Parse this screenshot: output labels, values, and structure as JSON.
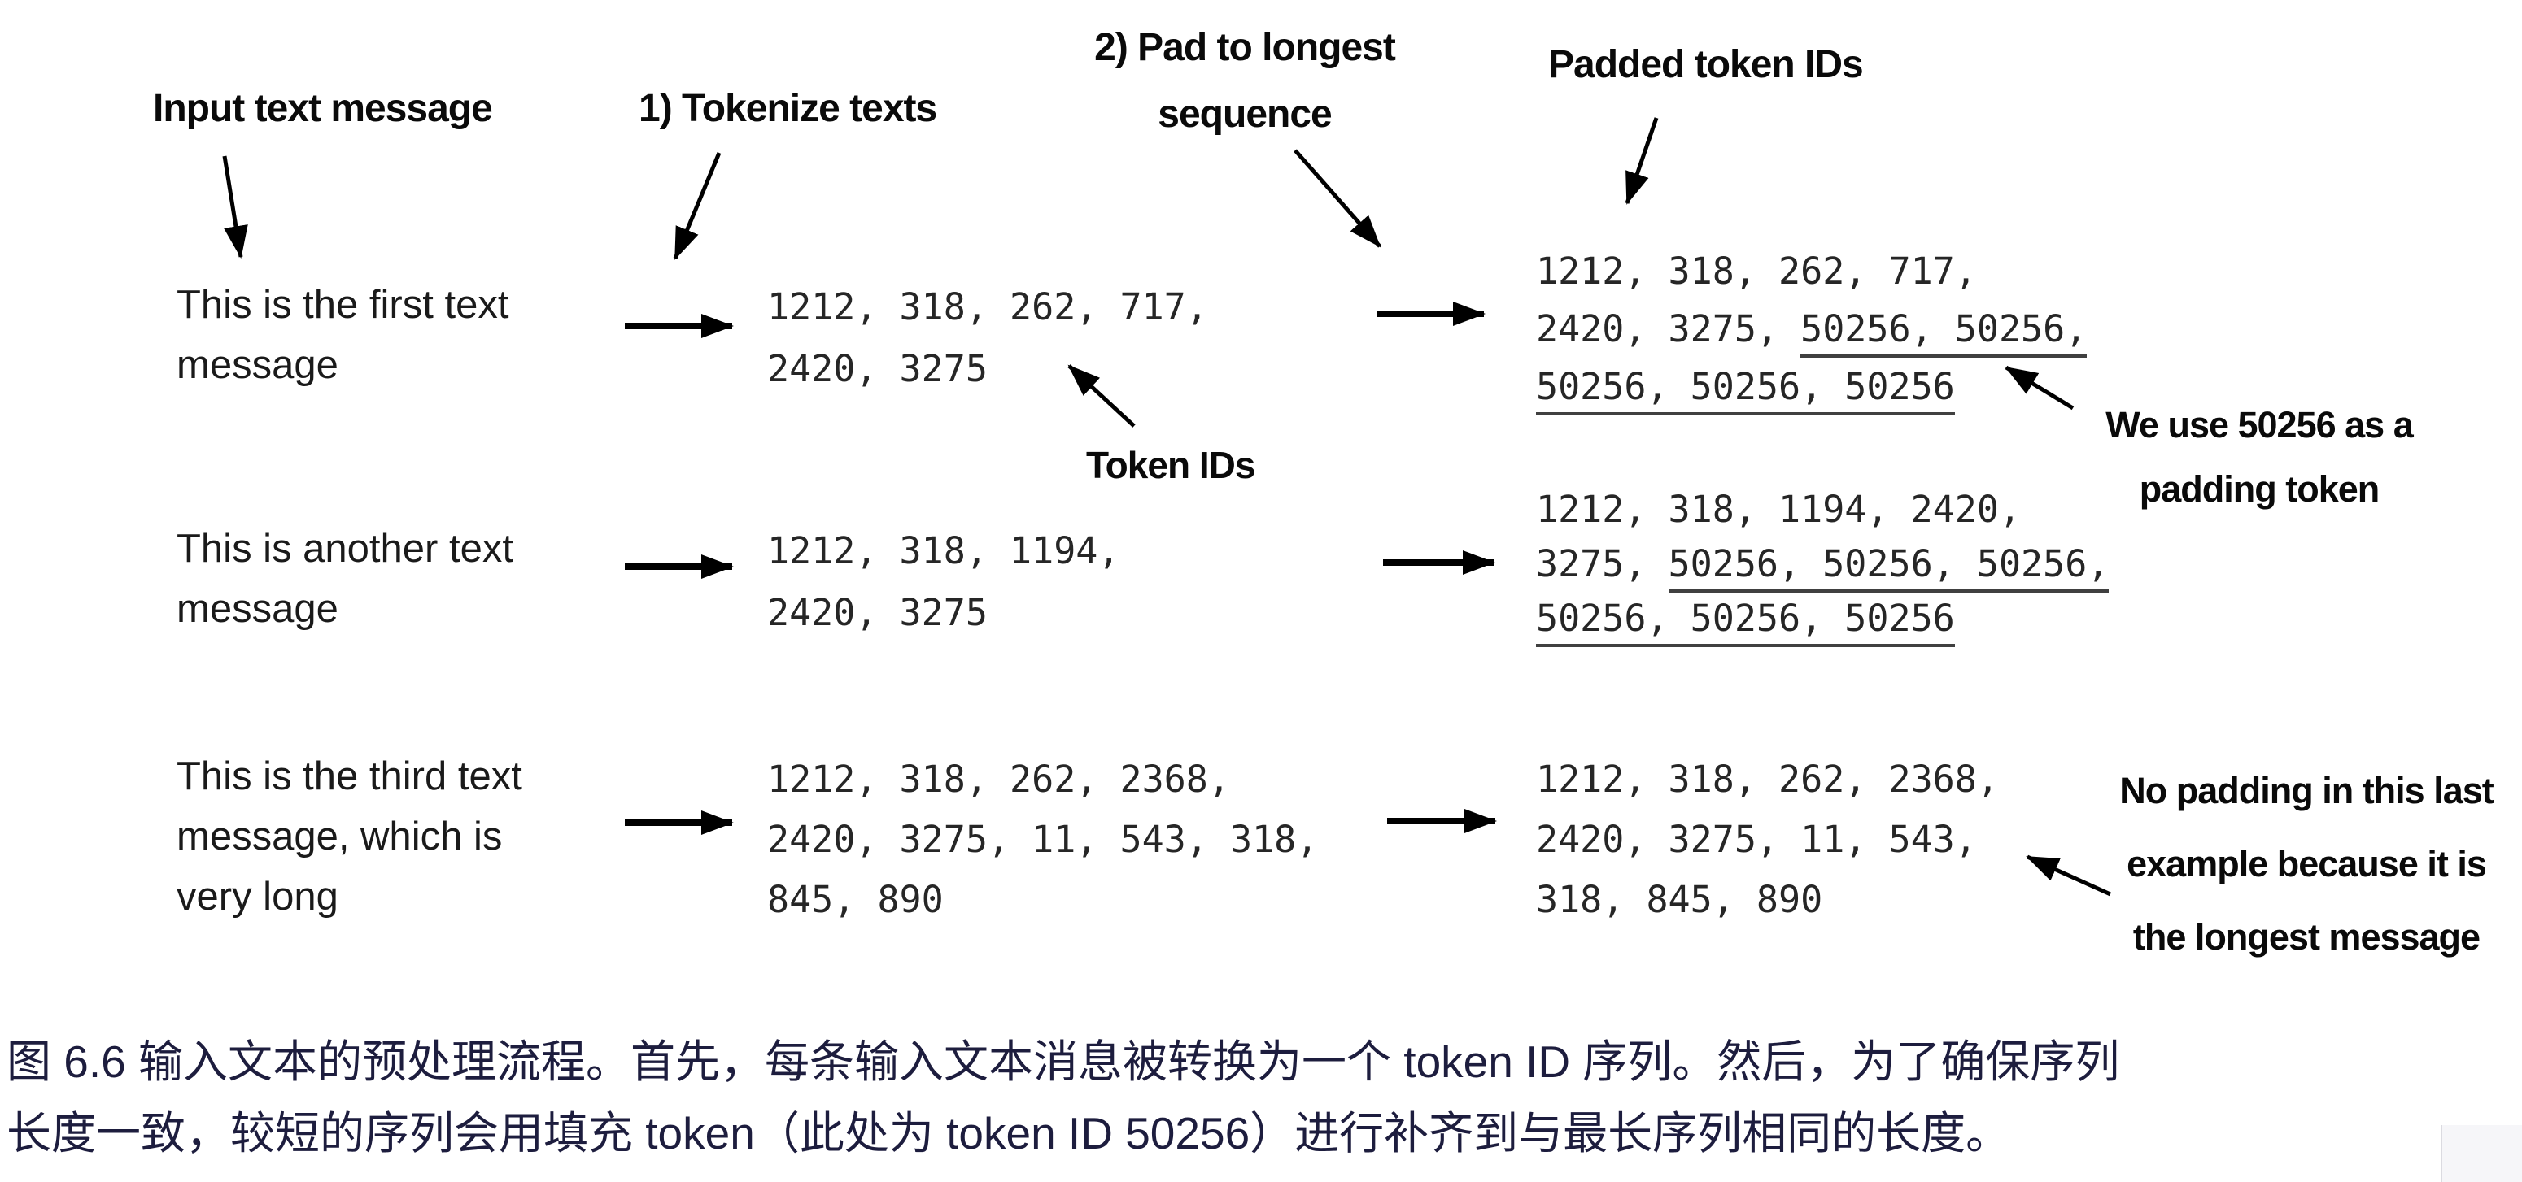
{
  "figure": {
    "top_labels": {
      "input_text": "Input text message",
      "step1": "1) Tokenize texts",
      "step2_line1": "2) Pad to longest",
      "step2_line2": "sequence",
      "padded_ids": "Padded token IDs"
    },
    "token_ids_label": "Token IDs",
    "padding_note": {
      "line1": "We use 50256 as a",
      "line2": "padding token"
    },
    "no_padding_note": {
      "line1": "No padding in this last",
      "line2": "example because it is",
      "line3": "the longest message"
    },
    "rows": [
      {
        "input_lines": [
          "This is the first text",
          "message"
        ],
        "token_lines": [
          "1212, 318, 262, 717,",
          "2420, 3275"
        ],
        "padded_lines": [
          {
            "plain": "1212, 318, 262, 717,",
            "underlined": ""
          },
          {
            "plain": "2420, 3275, ",
            "underlined": "50256, 50256,"
          },
          {
            "plain": "",
            "underlined": "50256, 50256, 50256"
          }
        ]
      },
      {
        "input_lines": [
          "This is another text",
          "message"
        ],
        "token_lines": [
          "1212, 318, 1194,",
          "2420, 3275"
        ],
        "padded_lines": [
          {
            "plain": "1212, 318, 1194, 2420,",
            "underlined": ""
          },
          {
            "plain": "3275, ",
            "underlined": "50256, 50256, 50256,"
          },
          {
            "plain": "",
            "underlined": "50256, 50256, 50256"
          }
        ]
      },
      {
        "input_lines": [
          "This is the third text",
          "message, which is",
          "very long"
        ],
        "token_lines": [
          "1212, 318, 262, 2368,",
          "2420, 3275, 11, 543, 318,",
          "845, 890"
        ],
        "padded_lines": [
          {
            "plain": "1212, 318, 262, 2368,",
            "underlined": ""
          },
          {
            "plain": "2420, 3275, 11, 543,",
            "underlined": ""
          },
          {
            "plain": "318, 845, 890",
            "underlined": ""
          }
        ]
      }
    ]
  },
  "caption": {
    "line1": "图 6.6 输入文本的预处理流程。首先，每条输入文本消息被转换为一个 token ID 序列。然后，为了确保序列",
    "line2": "长度一致，较短的序列会用填充 token（此处为 token ID 50256）进行补齐到与最长序列相同的长度。"
  },
  "colors": {
    "diagram_text": "#0a0a0a",
    "caption_text": "#1d1d3e",
    "background": "#ffffff"
  }
}
